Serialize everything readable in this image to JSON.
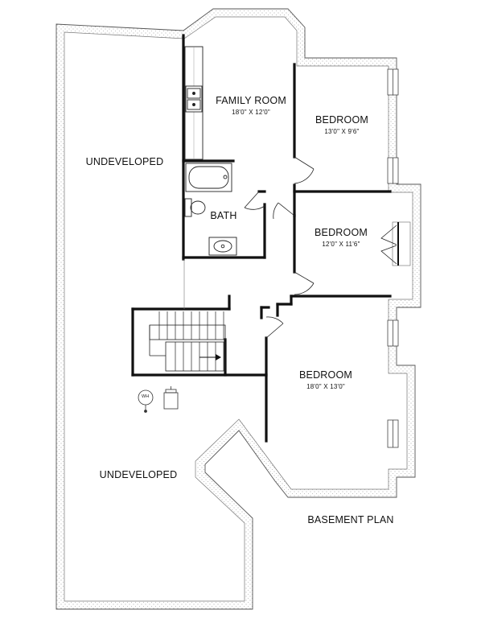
{
  "rooms": {
    "family_room": {
      "name": "FAMILY ROOM",
      "dim": "18'0\" X 12'0\""
    },
    "bedroom_top": {
      "name": "BEDROOM",
      "dim": "13'0\" X 9'6\""
    },
    "bedroom_mid": {
      "name": "BEDROOM",
      "dim": "12'0\" X 11'6\""
    },
    "bedroom_bottom": {
      "name": "BEDROOM",
      "dim": "18'0\" X 13'0\""
    },
    "bath": {
      "name": "BATH"
    },
    "undeveloped_top": {
      "name": "UNDEVELOPED"
    },
    "undeveloped_bottom": {
      "name": "UNDEVELOPED"
    }
  },
  "water_heater": {
    "label": "WH"
  },
  "plan_title": "BASEMENT PLAN"
}
